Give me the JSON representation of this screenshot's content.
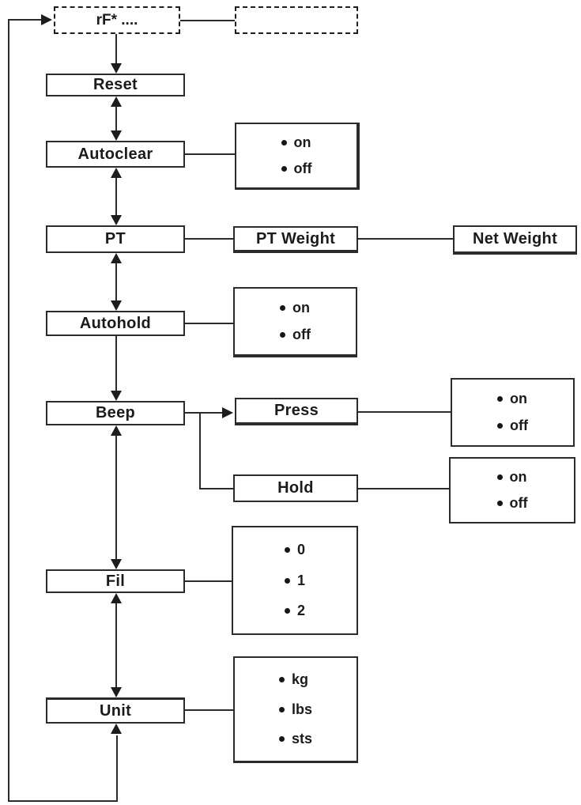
{
  "diagram": {
    "entry": {
      "label": "rF* ....",
      "continuation_label": ""
    },
    "menu": [
      {
        "key": "reset",
        "label": "Reset"
      },
      {
        "key": "autoclear",
        "label": "Autoclear"
      },
      {
        "key": "pt",
        "label": "PT"
      },
      {
        "key": "autohold",
        "label": "Autohold"
      },
      {
        "key": "beep",
        "label": "Beep"
      },
      {
        "key": "fil",
        "label": "Fil"
      },
      {
        "key": "unit",
        "label": "Unit"
      }
    ],
    "sub": {
      "pt_weight": "PT Weight",
      "net_weight": "Net Weight",
      "press": "Press",
      "hold": "Hold"
    },
    "options": {
      "autoclear": [
        "on",
        "off"
      ],
      "autohold": [
        "on",
        "off"
      ],
      "beep_press": [
        "on",
        "off"
      ],
      "beep_hold": [
        "on",
        "off"
      ],
      "fil": [
        "0",
        "1",
        "2"
      ],
      "unit": [
        "kg",
        "lbs",
        "sts"
      ]
    },
    "colors": {
      "line": "#2b2b2b",
      "text": "#1b1b1b",
      "background": "#fefefe"
    }
  }
}
